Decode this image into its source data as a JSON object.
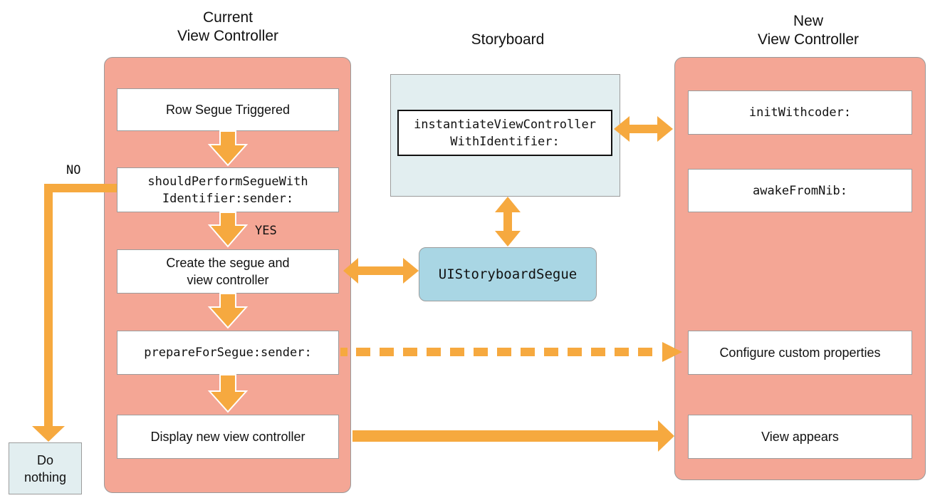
{
  "titles": {
    "current": "Current\nView Controller",
    "storyboard": "Storyboard",
    "new": "New\nView Controller"
  },
  "current_vc": {
    "steps": [
      "Row Segue Triggered",
      "shouldPerformSegueWith\nIdentifier:sender:",
      "Create the segue and\nview controller",
      "prepareForSegue:sender:",
      "Display new view controller"
    ],
    "no_label": "NO",
    "yes_label": "YES"
  },
  "storyboard": {
    "method": "instantiateViewController\nWithIdentifier:",
    "segue": "UIStoryboardSegue"
  },
  "new_vc": {
    "steps": [
      "initWithcoder:",
      "awakeFromNib:",
      "Configure custom properties",
      "View appears"
    ]
  },
  "do_nothing": "Do\nnothing",
  "colors": {
    "panel": "#f4a695",
    "arrow": "#f6a93f",
    "storyboard_bg": "#e2eef0",
    "segue_bg": "#a9d6e4"
  }
}
